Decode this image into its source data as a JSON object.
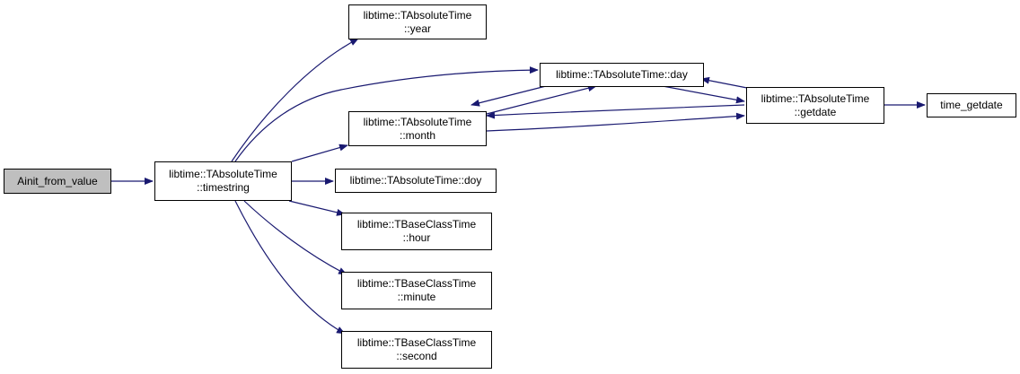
{
  "colors": {
    "edge": "#191970",
    "node_border": "#000000",
    "root_fill": "#bfbfbf",
    "node_fill": "#ffffff"
  },
  "nodes": {
    "ainit": {
      "lines": [
        "Ainit_from_value"
      ]
    },
    "timestring": {
      "lines": [
        "libtime::TAbsoluteTime",
        "::timestring"
      ]
    },
    "year": {
      "lines": [
        "libtime::TAbsoluteTime",
        "::year"
      ]
    },
    "day": {
      "lines": [
        "libtime::TAbsoluteTime::day"
      ]
    },
    "month": {
      "lines": [
        "libtime::TAbsoluteTime",
        "::month"
      ]
    },
    "getdate": {
      "lines": [
        "libtime::TAbsoluteTime",
        "::getdate"
      ]
    },
    "time_getdate": {
      "lines": [
        "time_getdate"
      ]
    },
    "doy": {
      "lines": [
        "libtime::TAbsoluteTime::doy"
      ]
    },
    "hour": {
      "lines": [
        "libtime::TBaseClassTime",
        "::hour"
      ]
    },
    "minute": {
      "lines": [
        "libtime::TBaseClassTime",
        "::minute"
      ]
    },
    "second": {
      "lines": [
        "libtime::TBaseClassTime",
        "::second"
      ]
    }
  },
  "edges": [
    {
      "from": "ainit",
      "to": "timestring"
    },
    {
      "from": "timestring",
      "to": "year"
    },
    {
      "from": "timestring",
      "to": "day"
    },
    {
      "from": "timestring",
      "to": "month"
    },
    {
      "from": "timestring",
      "to": "doy"
    },
    {
      "from": "timestring",
      "to": "hour"
    },
    {
      "from": "timestring",
      "to": "minute"
    },
    {
      "from": "timestring",
      "to": "second"
    },
    {
      "from": "day",
      "to": "month"
    },
    {
      "from": "day",
      "to": "getdate"
    },
    {
      "from": "month",
      "to": "day"
    },
    {
      "from": "month",
      "to": "getdate"
    },
    {
      "from": "getdate",
      "to": "day"
    },
    {
      "from": "getdate",
      "to": "month"
    },
    {
      "from": "getdate",
      "to": "time_getdate"
    }
  ]
}
